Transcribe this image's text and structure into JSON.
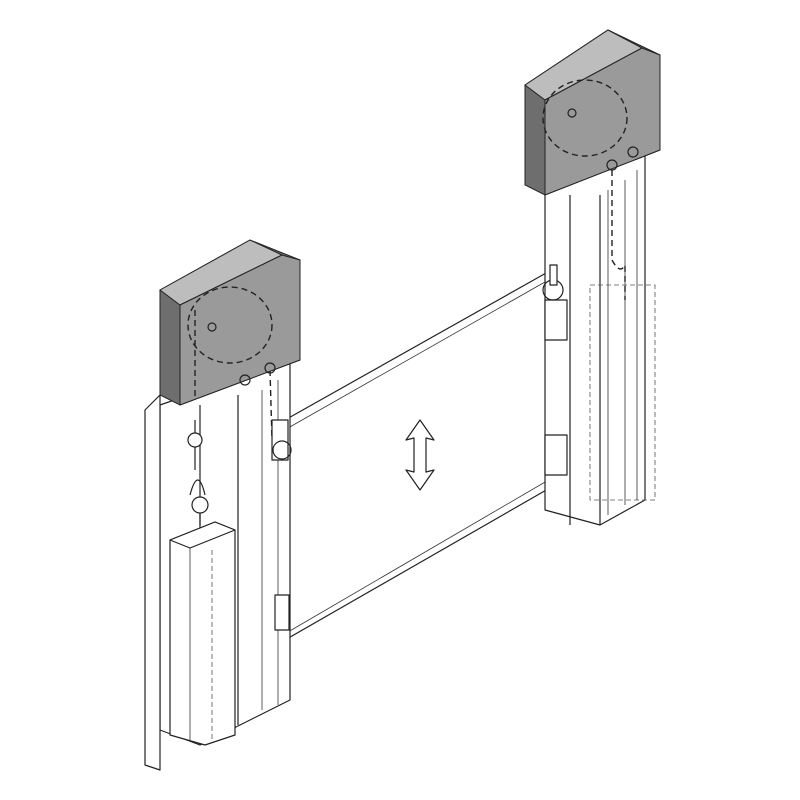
{
  "diagram": {
    "components": [
      {
        "name": "right-winch-housing"
      },
      {
        "name": "left-winch-housing"
      },
      {
        "name": "right-guide-column"
      },
      {
        "name": "left-guide-column"
      },
      {
        "name": "sliding-panel"
      },
      {
        "name": "counterweight"
      },
      {
        "name": "up-down-arrow-icon"
      }
    ],
    "colors": {
      "housing_face": "#9a9a9a",
      "housing_side": "#6e6e6e",
      "housing_top": "#bdbdbd",
      "line": "#222222",
      "background": "#ffffff"
    }
  }
}
